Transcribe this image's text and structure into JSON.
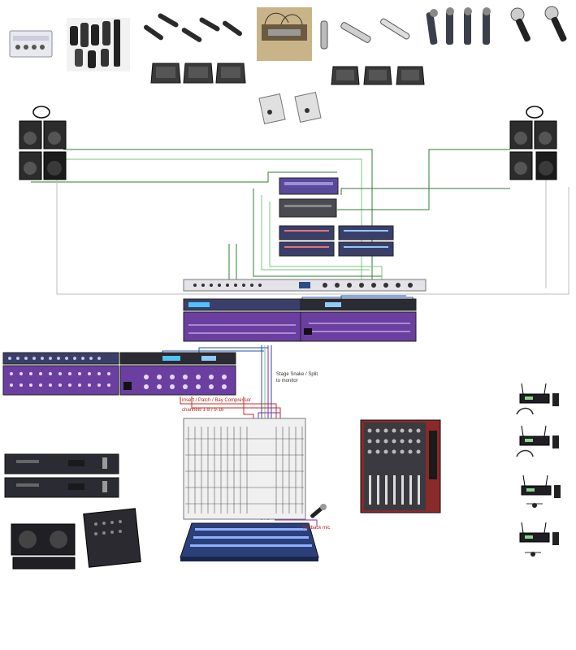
{
  "diagram": {
    "colors": {
      "background": "#ffffff",
      "cable_green": "#2e7d32",
      "cable_light_green": "#7bc67b",
      "cable_blue": "#1e4fa8",
      "cable_red": "#c62828",
      "cable_purple": "#8e24aa",
      "cable_gray": "#bdbdbd",
      "rack_purple": "#6a3fa0",
      "rack_gray": "#4a4a52",
      "console_blue": "#2b3f7a",
      "mixer_red": "#8a2a2a"
    },
    "labels": {
      "snake_label": "Stage Snake / Split",
      "snake_label_sub": "to monitor",
      "insert_label": "Insert / Patch / Bay Compressor",
      "insert_label_sub": "channels 1-8 / 9-16",
      "wireless_mic_label": "Talkback mic"
    }
  }
}
